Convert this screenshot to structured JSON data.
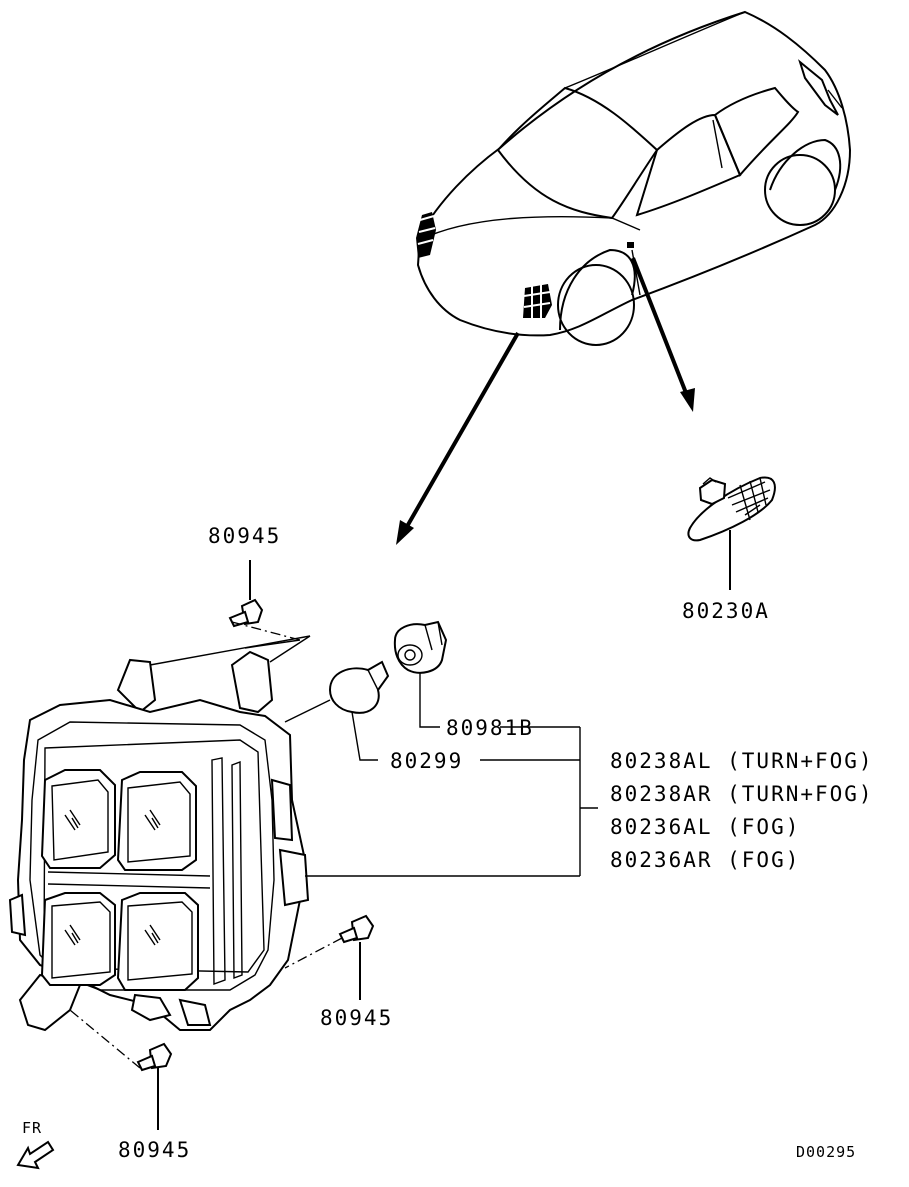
{
  "labels": {
    "bolt_top": "80945",
    "side_lamp": "80230A",
    "socket": "80981B",
    "bulb": "80299",
    "lamp_1": "80238AL (TURN+FOG)",
    "lamp_2": "80238AR (TURN+FOG)",
    "lamp_3": "80236AL (FOG)",
    "lamp_4": "80236AR (FOG)",
    "bolt_right": "80945",
    "bolt_bottom": "80945",
    "front_indicator": "FR",
    "diagram_code": "D00295"
  }
}
